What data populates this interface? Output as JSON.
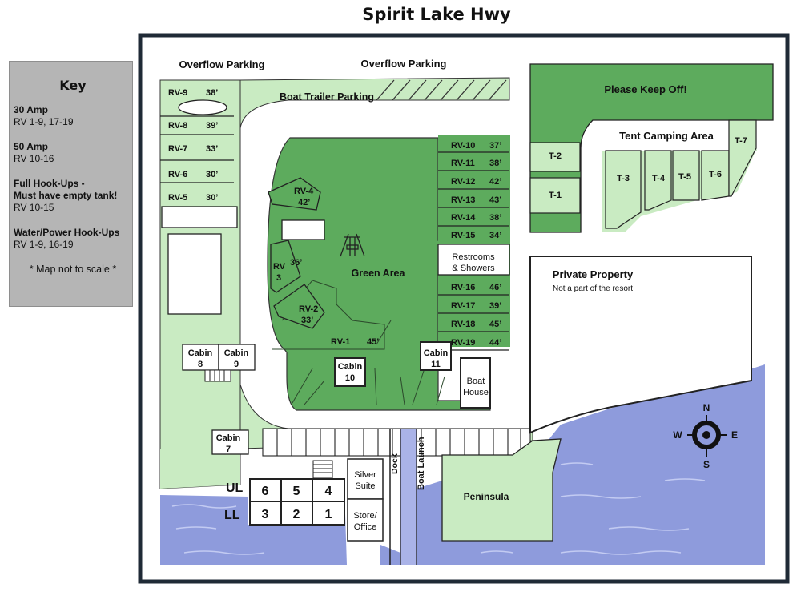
{
  "title": "Spirit Lake Hwy",
  "key": {
    "heading": "Key",
    "entries": [
      {
        "label": "30 Amp",
        "value": "RV 1-9, 17-19"
      },
      {
        "label": "50 Amp",
        "value": "RV 10-16"
      },
      {
        "label": "Full Hook-Ups -",
        "label2": "Must have empty tank!",
        "value": "RV 10-15"
      },
      {
        "label": "Water/Power Hook-Ups",
        "value": "RV 1-9, 16-19"
      }
    ],
    "note": "* Map not to scale *"
  },
  "areas": {
    "overflow_left": "Overflow Parking",
    "overflow_right": "Overflow Parking",
    "boat_trailer": "Boat Trailer Parking",
    "keep_off": "Please Keep Off!",
    "tent_area": "Tent Camping Area",
    "green_area": "Green Area",
    "private": "Private Property",
    "private_sub": "Not a part of the resort",
    "restrooms": [
      "Restrooms",
      "& Showers"
    ],
    "boat_house": [
      "Boat",
      "House"
    ],
    "peninsula": "Peninsula",
    "dock": "Dock",
    "boat_launch": "Boat Launch",
    "silver_suite": [
      "Silver",
      "Suite"
    ],
    "store": [
      "Store/",
      "Office"
    ],
    "ul": "UL",
    "ll": "LL",
    "units_upper": [
      "6",
      "5",
      "4"
    ],
    "units_lower": [
      "3",
      "2",
      "1"
    ]
  },
  "rv_left": [
    {
      "name": "RV-9",
      "len": "38’"
    },
    {
      "name": "RV-8",
      "len": "39’"
    },
    {
      "name": "RV-7",
      "len": "33’"
    },
    {
      "name": "RV-6",
      "len": "30’"
    },
    {
      "name": "RV-5",
      "len": "30’"
    }
  ],
  "rv_right": [
    {
      "name": "RV-10",
      "len": "37’"
    },
    {
      "name": "RV-11",
      "len": "38’"
    },
    {
      "name": "RV-12",
      "len": "42’"
    },
    {
      "name": "RV-13",
      "len": "43’"
    },
    {
      "name": "RV-14",
      "len": "38’"
    },
    {
      "name": "RV-15",
      "len": "34’"
    },
    {
      "name": "RV-16",
      "len": "46’"
    },
    {
      "name": "RV-17",
      "len": "39’"
    },
    {
      "name": "RV-18",
      "len": "45’"
    },
    {
      "name": "RV-19",
      "len": "44’"
    }
  ],
  "rv_inner": {
    "rv4": {
      "name": "RV-4",
      "len": "42’"
    },
    "rv3": {
      "name": "RV",
      "name2": "3",
      "len": "36’"
    },
    "rv2": {
      "name": "RV-2",
      "len": "33’"
    },
    "rv1": {
      "name": "RV-1",
      "len": "45’"
    }
  },
  "cabins": {
    "c8": [
      "Cabin",
      "8"
    ],
    "c9": [
      "Cabin",
      "9"
    ],
    "c10": [
      "Cabin",
      "10"
    ],
    "c11": [
      "Cabin",
      "11"
    ],
    "c7": [
      "Cabin",
      "7"
    ]
  },
  "tents": [
    "T-1",
    "T-2",
    "T-3",
    "T-4",
    "T-5",
    "T-6",
    "T-7"
  ],
  "compass": {
    "n": "N",
    "s": "S",
    "e": "E",
    "w": "W"
  },
  "colors": {
    "light_green": "#c9ebc2",
    "dark_green": "#5dab5d",
    "water": "#8e9bdc",
    "frame": "#1f2a36"
  }
}
